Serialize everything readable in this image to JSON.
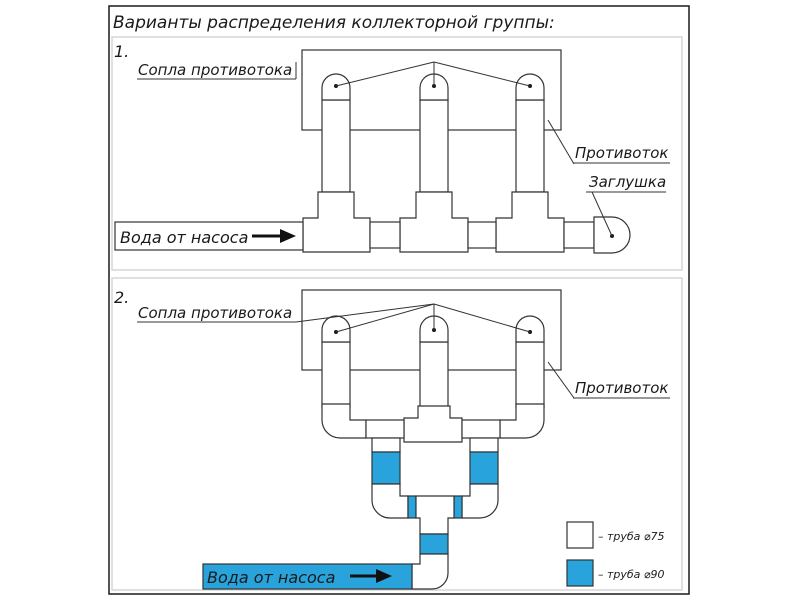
{
  "title": "Варианты распределения коллекторной группы:",
  "variant1": {
    "number": "1.",
    "nozzles_label": "Сопла противотока",
    "counterflow_label": "Противоток",
    "plug_label": "Заглушка",
    "pump_label": "Вода от насоса"
  },
  "variant2": {
    "number": "2.",
    "nozzles_label": "Сопла противотока",
    "counterflow_label": "Противоток",
    "pump_label": "Вода от насоса"
  },
  "legend": [
    {
      "label": "– труба ⌀75",
      "color": "#ffffff"
    },
    {
      "label": "– труба ⌀90",
      "color": "#29a3dc"
    }
  ],
  "colors": {
    "pipe75": "#ffffff",
    "pipe90": "#29a3dc",
    "line": "#333333"
  }
}
